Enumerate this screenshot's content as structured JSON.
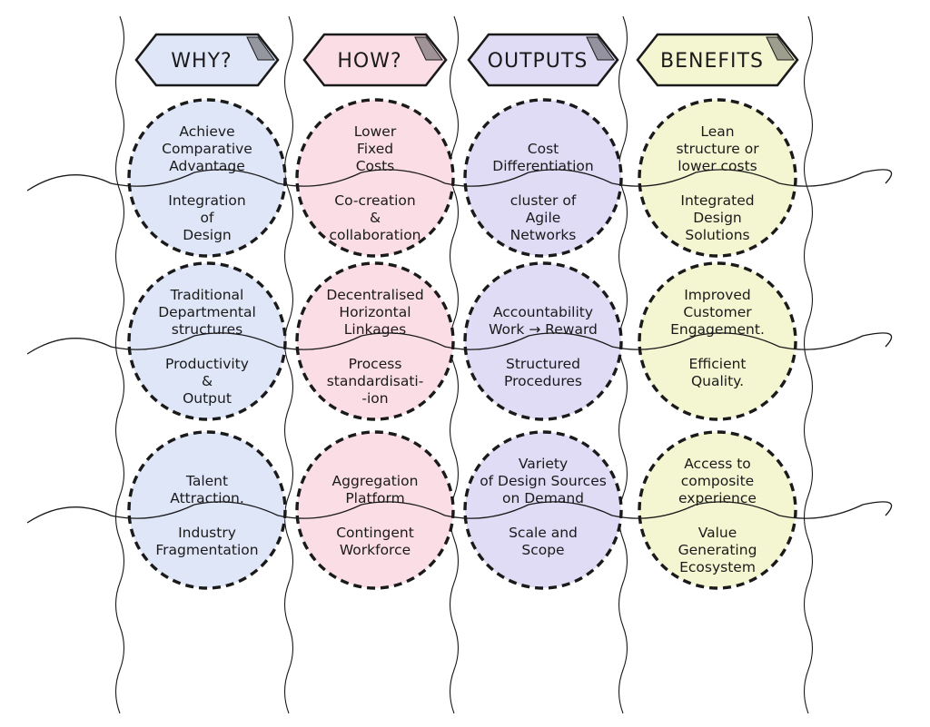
{
  "colors": {
    "why": "#dfe6f8",
    "how": "#fbdde6",
    "outputs": "#e0dcf6",
    "benefits": "#f4f6d2",
    "ink": "#1a1a1a"
  },
  "columns": [
    {
      "key": "why",
      "header": "WHY?",
      "cells": [
        {
          "top": [
            "Achieve",
            "Comparative",
            "Advantage"
          ],
          "bottom": [
            "Integration",
            "of",
            "Design"
          ]
        },
        {
          "top": [
            "Traditional",
            "Departmental",
            "structures"
          ],
          "bottom": [
            "Productivity",
            "&",
            "Output"
          ]
        },
        {
          "top": [
            "Talent",
            "Attraction."
          ],
          "bottom": [
            "Industry",
            "Fragmentation"
          ]
        }
      ]
    },
    {
      "key": "how",
      "header": "HOW?",
      "cells": [
        {
          "top": [
            "Lower",
            "Fixed",
            "Costs"
          ],
          "bottom": [
            "Co-creation",
            "&",
            "collaboration"
          ]
        },
        {
          "top": [
            "Decentralised",
            "Horizontal",
            "Linkages"
          ],
          "bottom": [
            "Process",
            "standardisati-",
            "-ion"
          ]
        },
        {
          "top": [
            "Aggregation",
            "Platform"
          ],
          "bottom": [
            "Contingent",
            "Workforce"
          ]
        }
      ]
    },
    {
      "key": "outputs",
      "header": "OUTPUTS",
      "cells": [
        {
          "top": [
            "Cost",
            "Differentiation"
          ],
          "bottom": [
            "cluster of",
            "Agile",
            "Networks"
          ]
        },
        {
          "top": [
            "Accountability",
            "Work → Reward"
          ],
          "bottom": [
            "Structured",
            "Procedures"
          ]
        },
        {
          "top": [
            "Variety",
            "of Design Sources",
            "on Demand"
          ],
          "bottom": [
            "Scale and",
            "Scope"
          ]
        }
      ]
    },
    {
      "key": "benefits",
      "header": "BENEFITS",
      "cells": [
        {
          "top": [
            "Lean",
            "structure or",
            "lower costs"
          ],
          "bottom": [
            "Integrated",
            "Design",
            "Solutions"
          ]
        },
        {
          "top": [
            "Improved",
            "Customer",
            "Engagement."
          ],
          "bottom": [
            "Efficient",
            "Quality."
          ]
        },
        {
          "top": [
            "Access to",
            "composite",
            "experience"
          ],
          "bottom": [
            "Value",
            "Generating",
            "Ecosystem"
          ]
        }
      ]
    }
  ]
}
